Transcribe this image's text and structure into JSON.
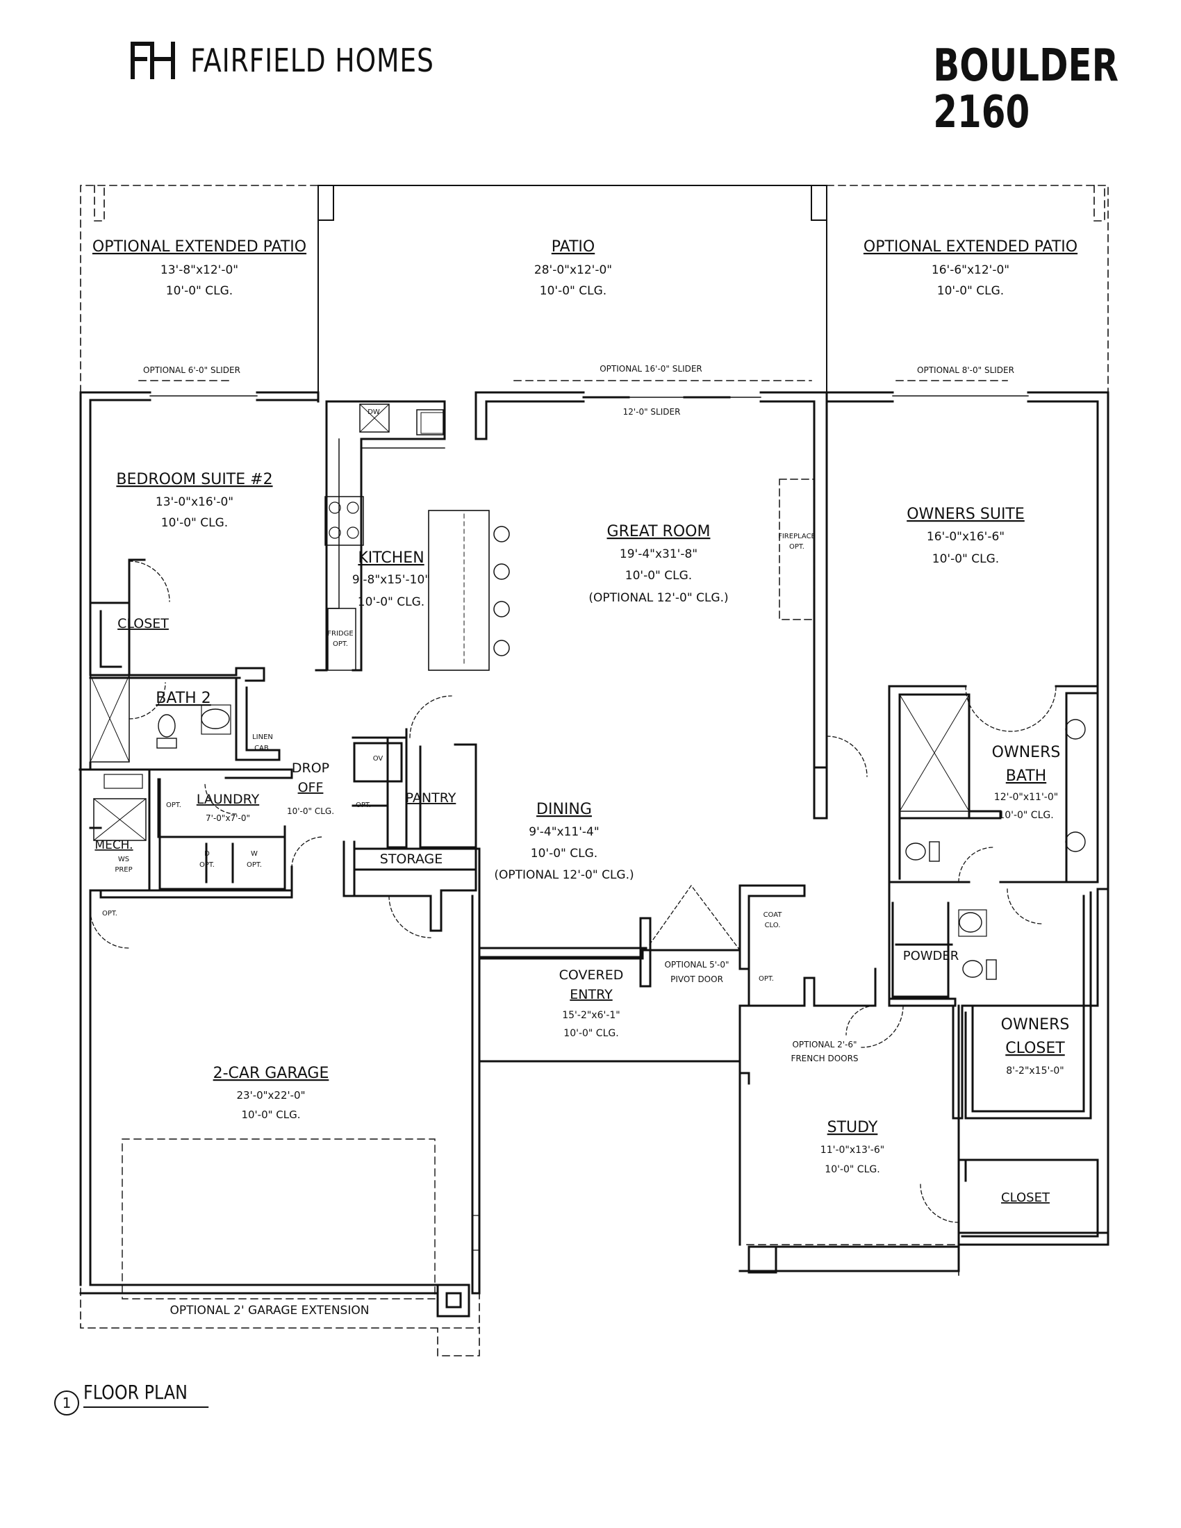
{
  "brand": {
    "name": "FAIRFIELD HOMES",
    "logo": "FH-monogram-logo"
  },
  "model": {
    "name": "BOULDER",
    "number": "2160"
  },
  "rooms": {
    "opt_patio_left": {
      "name": "OPTIONAL EXTENDED PATIO",
      "size": "13'-8\"x12'-0\"",
      "clg": "10'-0\" CLG."
    },
    "patio": {
      "name": "PATIO",
      "size": "28'-0\"x12'-0\"",
      "clg": "10'-0\" CLG."
    },
    "opt_patio_right": {
      "name": "OPTIONAL EXTENDED PATIO",
      "size": "16'-6\"x12'-0\"",
      "clg": "10'-0\" CLG."
    },
    "bedroom2": {
      "name": "BEDROOM SUITE #2",
      "size": "13'-0\"x16'-0\"",
      "clg": "10'-0\" CLG."
    },
    "kitchen": {
      "name": "KITCHEN",
      "size": "9'-8\"x15'-10\"",
      "clg": "10'-0\" CLG."
    },
    "great_room": {
      "name": "GREAT ROOM",
      "size": "19'-4\"x31'-8\"",
      "clg": "10'-0\" CLG.",
      "opt_clg": "(OPTIONAL 12'-0\" CLG.)"
    },
    "owners_suite": {
      "name": "OWNERS SUITE",
      "size": "16'-0\"x16'-6\"",
      "clg": "10'-0\" CLG."
    },
    "closet_b2": {
      "name": "CLOSET"
    },
    "bath2": {
      "name": "BATH 2"
    },
    "laundry": {
      "name": "LAUNDRY",
      "size": "7'-0\"x7'-0\""
    },
    "drop_off": {
      "name1": "DROP",
      "name2": "OFF",
      "clg": "10'-0\" CLG."
    },
    "mech": {
      "name": "MECH.",
      "ws": "WS",
      "prep": "PREP"
    },
    "pantry": {
      "name": "PANTRY"
    },
    "storage": {
      "name": "STORAGE"
    },
    "dining": {
      "name": "DINING",
      "size": "9'-4\"x11'-4\"",
      "clg": "10'-0\" CLG.",
      "opt_clg": "(OPTIONAL 12'-0\" CLG.)"
    },
    "owners_bath": {
      "name1": "OWNERS",
      "name2": "BATH",
      "size": "12'-0\"x11'-0\"",
      "clg": "10'-0\" CLG."
    },
    "powder": {
      "name": "POWDER"
    },
    "covered_entry": {
      "name1": "COVERED",
      "name2": "ENTRY",
      "size": "15'-2\"x6'-1\"",
      "clg": "10'-0\" CLG."
    },
    "garage": {
      "name": "2-CAR GARAGE",
      "size": "23'-0\"x22'-0\"",
      "clg": "10'-0\" CLG."
    },
    "study": {
      "name": "STUDY",
      "size": "11'-0\"x13'-6\"",
      "clg": "10'-0\" CLG."
    },
    "owners_closet": {
      "name1": "OWNERS",
      "name2": "CLOSET",
      "size": "8'-2\"x15'-0\""
    },
    "closet_study": {
      "name": "CLOSET"
    }
  },
  "notes": {
    "slider_6": "OPTIONAL 6'-0\" SLIDER",
    "slider_16": "OPTIONAL 16'-0\" SLIDER",
    "slider_8": "OPTIONAL 8'-0\" SLIDER",
    "slider_12": "12'-0\" SLIDER",
    "dw": "DW",
    "fridge": "FRIDGE",
    "opt": "OPT.",
    "fireplace": "FIREPLACE",
    "linen1": "LINEN",
    "linen2": "CAB.",
    "ov": "OV",
    "d": "D",
    "w": "W",
    "coat1": "COAT",
    "coat2": "CLO.",
    "pivot1": "OPTIONAL 5'-0\"",
    "pivot2": "PIVOT DOOR",
    "french1": "OPTIONAL 2'-6\"",
    "french2": "FRENCH DOORS",
    "garage_ext": "OPTIONAL 2' GARAGE EXTENSION"
  },
  "footer": {
    "number": "1",
    "title": "FLOOR PLAN"
  }
}
